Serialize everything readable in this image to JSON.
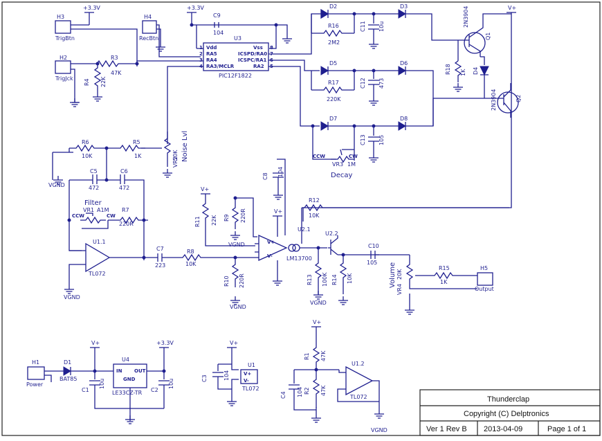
{
  "title_block": {
    "title": "Thunderclap",
    "copyright": "Copyright (C) Delptronics",
    "version": "Ver 1 Rev B",
    "date": "2013-04-09",
    "page": "Page 1 of 1"
  },
  "rails": {
    "v33": "+3.3V",
    "vplus": "V+",
    "vgnd": "VGND"
  },
  "headers": {
    "H1": "H1",
    "H1_name": "Power",
    "H2": "H2",
    "H2_name": "TrigJck",
    "H3": "H3",
    "H3_name": "TrigBtn",
    "H4": "H4",
    "H4_name": "RecBtn",
    "H5": "H5",
    "H5_name": "Output"
  },
  "mcu": {
    "ref": "U3",
    "part": "PIC12F1822",
    "pins_left": [
      "Vdd",
      "RA5",
      "RA4",
      "RA3/MCLR"
    ],
    "pins_left_num": [
      "1",
      "2",
      "3",
      "4"
    ],
    "pins_right": [
      "Vss",
      "ICSPD/RA0",
      "ICSPC/RA1",
      "RA2"
    ],
    "pins_right_num": [
      "8",
      "7",
      "6",
      "5"
    ]
  },
  "resistors": {
    "R1": "R1",
    "R1v": "47K",
    "R2": "R2",
    "R2v": "47K",
    "R3": "R3",
    "R3v": "47K",
    "R4": "R4",
    "R4v": "22K",
    "R5": "R5",
    "R5v": "1K",
    "R6": "R6",
    "R6v": "10K",
    "R7": "R7",
    "R7v": "220R",
    "R8": "R8",
    "R8v": "10K",
    "R9": "R9",
    "R9v": "220R",
    "R10": "R10",
    "R10v": "220R",
    "R11": "R11",
    "R11v": "22K",
    "R12": "R12",
    "R12v": "10K",
    "R13": "R13",
    "R13v": "100K",
    "R14": "R14",
    "R14v": "10K",
    "R15": "R15",
    "R15v": "1K",
    "R16": "R16",
    "R16v": "2M2",
    "R17": "R17",
    "R17v": "220K",
    "R18": "R18",
    "R18v": "1K"
  },
  "capacitors": {
    "C1": "C1",
    "C1v": "10u",
    "C2": "C2",
    "C2v": "10u",
    "C3": "C3",
    "C3v": "104",
    "C4": "C4",
    "C4v": "104",
    "C5": "C5",
    "C5v": "472",
    "C6": "C6",
    "C6v": "472",
    "C7": "C7",
    "C7v": "223",
    "C8": "C8",
    "C8v": "104",
    "C9": "C9",
    "C9v": "104",
    "C10": "C10",
    "C10v": "105",
    "C11": "C11",
    "C11v": "10u",
    "C12": "C12",
    "C12v": "473",
    "C13": "C13",
    "C13v": "105"
  },
  "diodes": {
    "D1": "D1",
    "D1v": "BAT85",
    "D2": "D2",
    "D3": "D3",
    "D4": "D4",
    "D5": "D5",
    "D6": "D6",
    "D7": "D7",
    "D8": "D8"
  },
  "transistors": {
    "Q1": "Q1",
    "Q2": "Q2",
    "part": "2N3904"
  },
  "pots": {
    "VR1": "VR1",
    "VR1v": "A1M",
    "VR1_name": "Filter",
    "VR2": "VR2",
    "VR2v": "50K",
    "VR2_name": "Noise Lvl",
    "VR3": "VR3",
    "VR3v": "1M",
    "VR3_name": "Decay",
    "VR4": "VR4",
    "VR4v": "20K",
    "VR4_name": "Volume",
    "ccw": "CCW",
    "cw": "CW"
  },
  "ics": {
    "U1_1": "U1.1",
    "U1_2": "U1.2",
    "U1": "U1",
    "tl072": "TL072",
    "U2_1": "U2.1",
    "U2_2": "U2.2",
    "lm13700": "LM13700",
    "U4": "U4",
    "reg": "LE33CZ-TR",
    "gnd": "GND",
    "in": "IN",
    "out": "OUT",
    "vplus_pin": "V+",
    "vminus_pin": "V-"
  }
}
